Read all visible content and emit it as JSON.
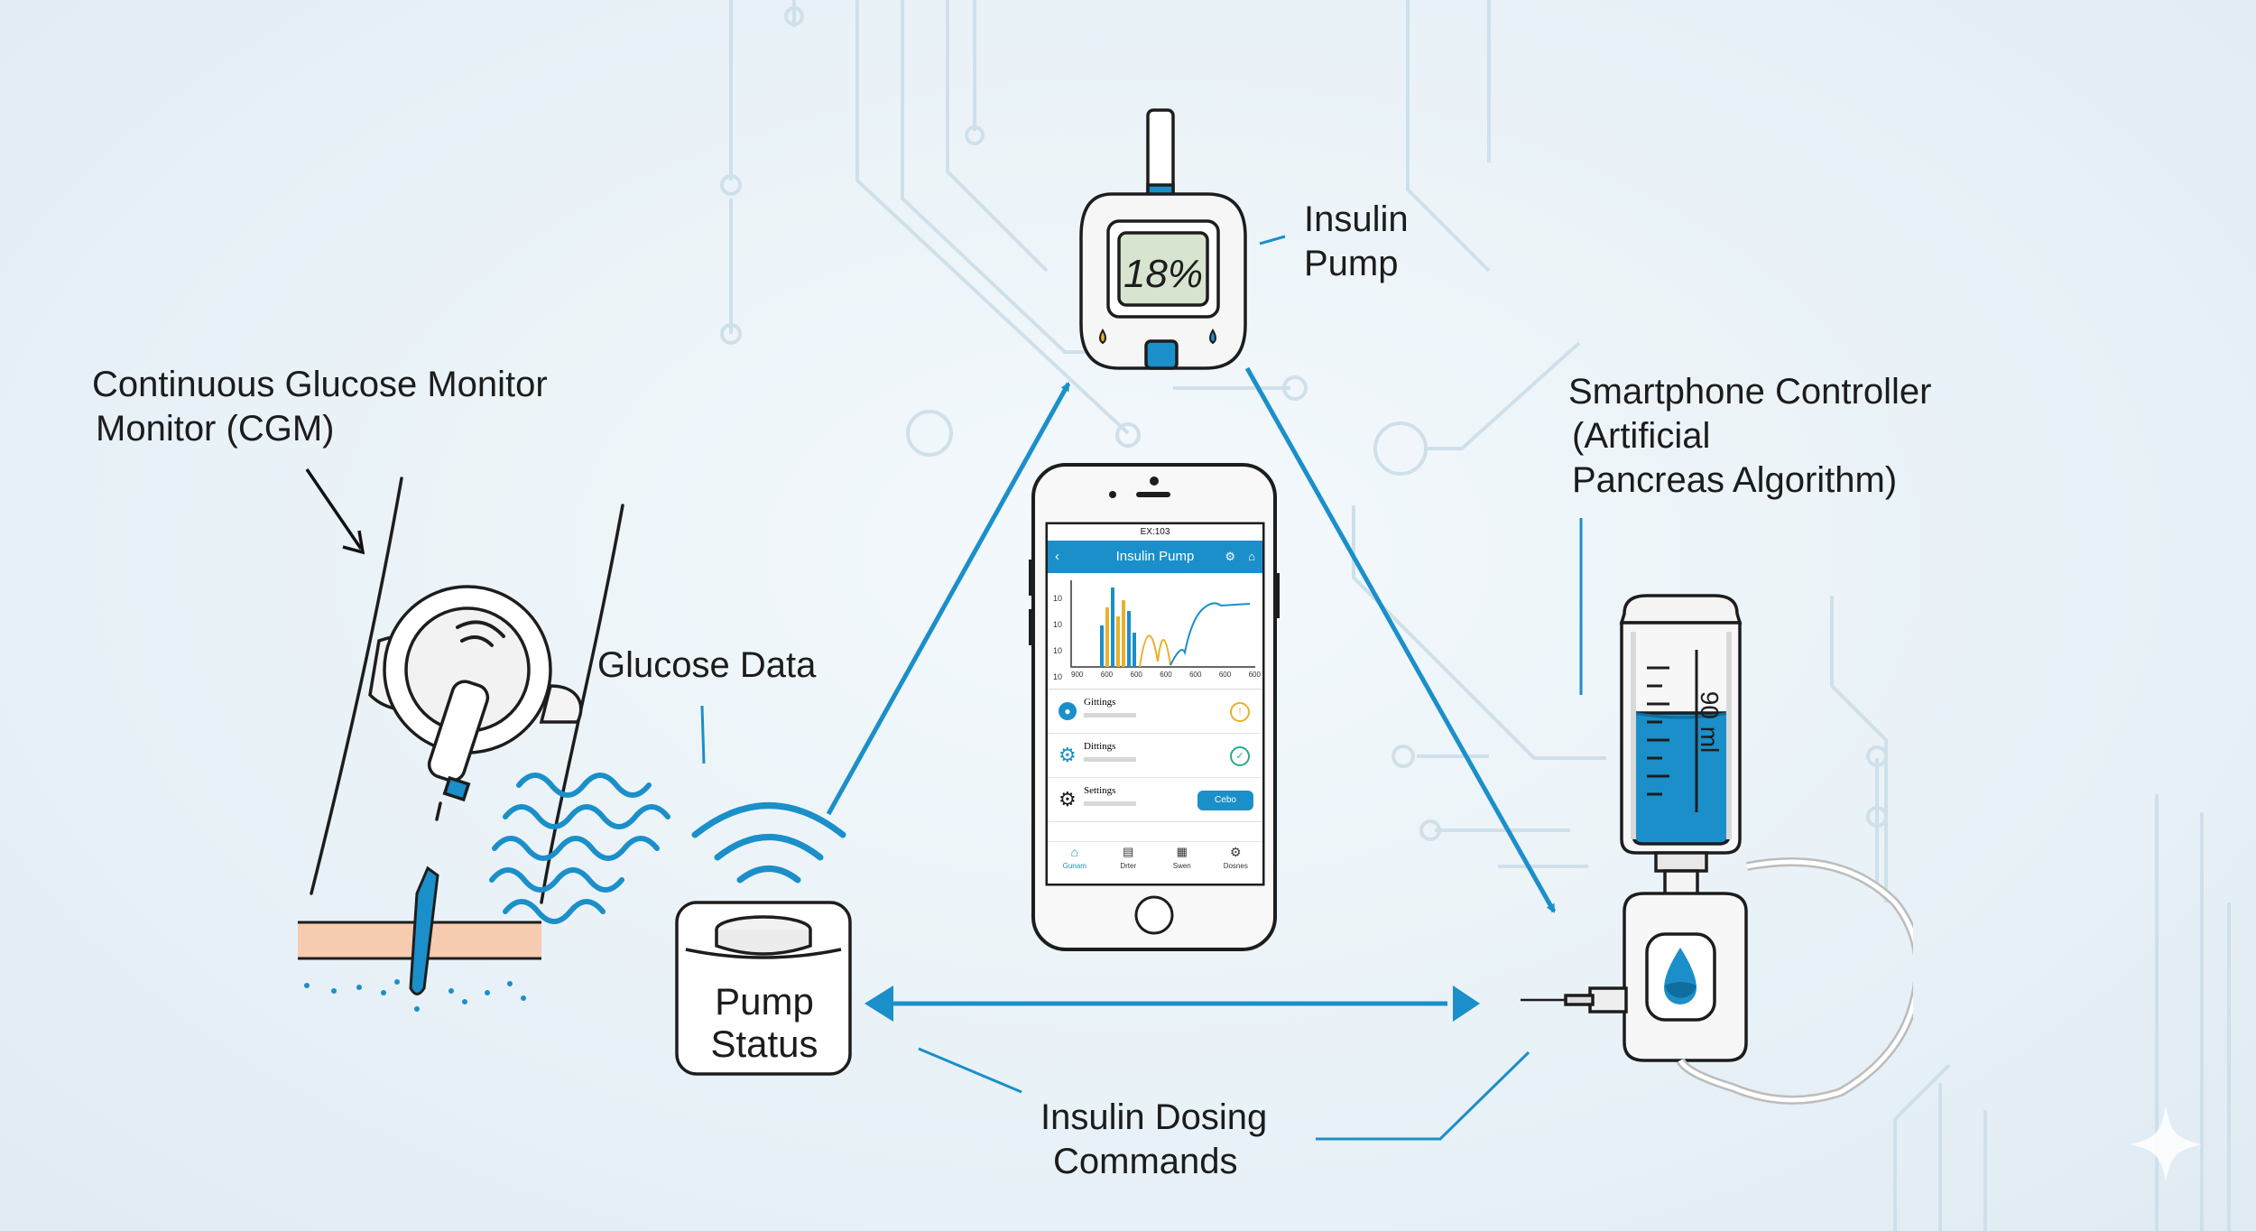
{
  "labels": {
    "cgm": [
      "Continuous Glucose Monitor",
      "Monitor (CGM)"
    ],
    "meter": [
      "Insulin",
      "Pump"
    ],
    "phone_controller": [
      "Smartphone Controller",
      "(Artificial",
      "Pancreas Algorithm)"
    ],
    "glucose_data": "Glucose Data",
    "pump_status": [
      "Pump",
      "Status"
    ],
    "dosing_commands": [
      "Insulin Dosing",
      "Commands"
    ]
  },
  "meter_display": "18%",
  "phone_screen": {
    "status_bar_time": "EX:103",
    "app_title": "Insulin Pump",
    "chart_y_ticks": [
      "10",
      "10",
      "10",
      "10"
    ],
    "chart_x_ticks": [
      "900",
      "600",
      "600",
      "600",
      "600",
      "600",
      "600"
    ],
    "list_items": [
      {
        "label": "Gittings",
        "icon": "drop-icon",
        "status_icon": "alert-circle-icon"
      },
      {
        "label": "Dittings",
        "icon": "gear-icon",
        "status_icon": "check-circle-icon"
      },
      {
        "label": "Settings",
        "icon": "gear-icon",
        "button": "Cebo"
      }
    ],
    "bottom_nav": [
      "Gunam",
      "Drter",
      "Swen",
      "Dosnes"
    ]
  },
  "reservoir_markings": "90 ml",
  "colors": {
    "accent": "#1b8fc9",
    "line": "#1d1d1d",
    "skin": "#f6cbb0",
    "lcd": "#d7e4cf",
    "chart_yellow": "#e7b12a"
  }
}
